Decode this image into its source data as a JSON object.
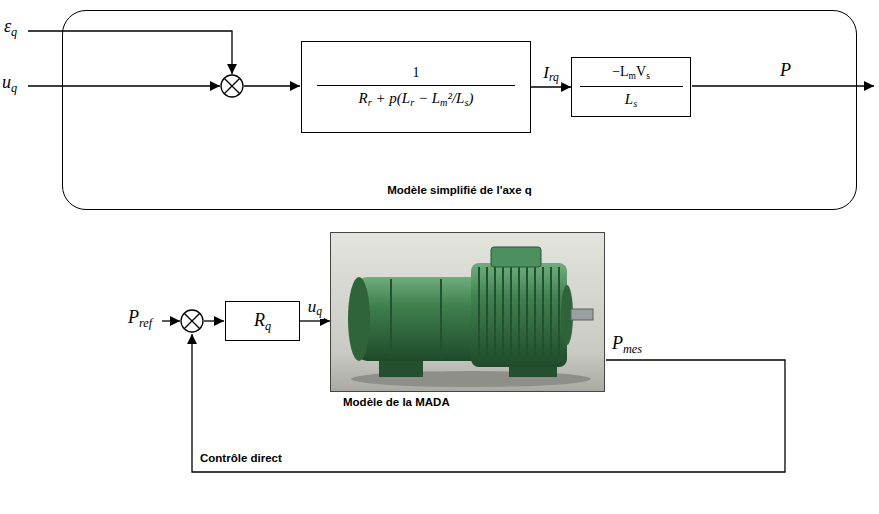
{
  "diagram": {
    "nodes": [
      {
        "text": [
          "Modèle simplifié de l'axe q"
        ]
      },
      {
        "text": [
          "1",
          "Rr + p(Lr − Lm²/Ls)"
        ],
        "in": 0
      },
      {
        "text": [
          "−LmVs",
          "Ls"
        ],
        "in": 0
      },
      {
        "text": [
          "Rq"
        ]
      },
      {
        "text": [
          "Modèle de la MADA"
        ]
      }
    ],
    "edges": [
      {
        "from": 1,
        "to": 2,
        "label": "Irq",
        "arrow": "to"
      },
      {
        "from": 3,
        "to": 4,
        "label": "uq",
        "arrow": "to"
      }
    ],
    "labels": [
      "εq",
      "uq",
      "P",
      "Pref",
      "Pmes",
      "Contrôle direct"
    ]
  }
}
